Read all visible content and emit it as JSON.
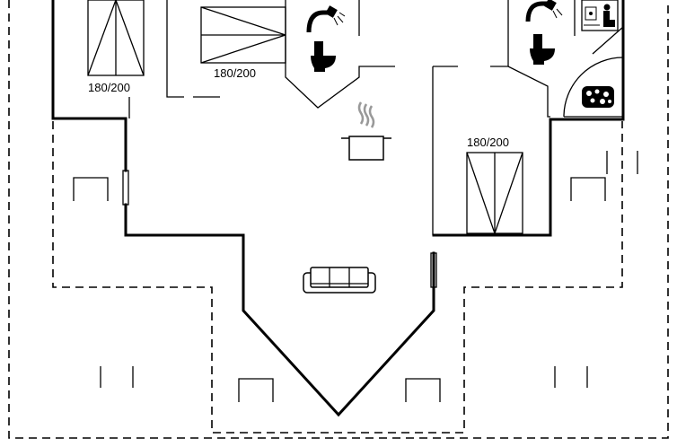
{
  "floorplan": {
    "bed_labels": [
      "180/200",
      "180/200",
      "180/200"
    ],
    "icons": [
      "shower-icon",
      "toilet-icon",
      "shower-icon",
      "toilet-icon",
      "sauna-icon",
      "whirlpool-icon",
      "kitchen-pot-icon",
      "sofa-icon"
    ]
  }
}
